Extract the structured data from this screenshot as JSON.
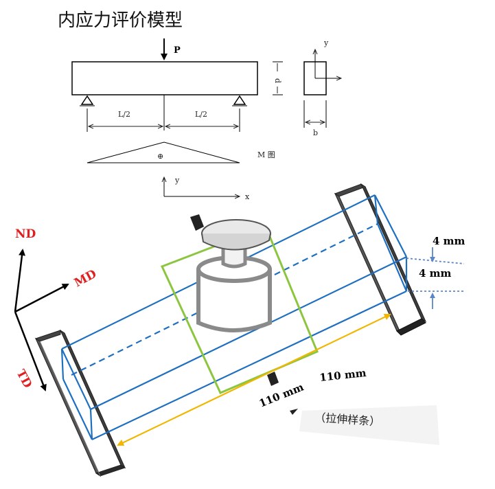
{
  "title": "内应力评价模型",
  "beam_diagram": {
    "load_label": "P",
    "left_span": "L/2",
    "right_span": "L/2",
    "moment_label": "M 图",
    "moment_symbol": "⊕",
    "axis_y": "y",
    "axis_x": "x",
    "section_height": "d",
    "section_width": "b",
    "section_axis_y": "y"
  },
  "apparatus": {
    "axis_nd": "ND",
    "axis_md": "MD",
    "axis_td": "TD",
    "thickness_top": "4 mm",
    "thickness_bottom": "4 mm",
    "length_1": "110 mm",
    "length_2": "110 mm",
    "sample_label": "（拉伸样条）"
  },
  "colors": {
    "specimen_blue": "#1e6fc0",
    "plate_green": "#8cc63f",
    "dimension_yellow": "#f2b600",
    "axis_red": "#e02020",
    "arrow_blue": "#5b86c5"
  }
}
